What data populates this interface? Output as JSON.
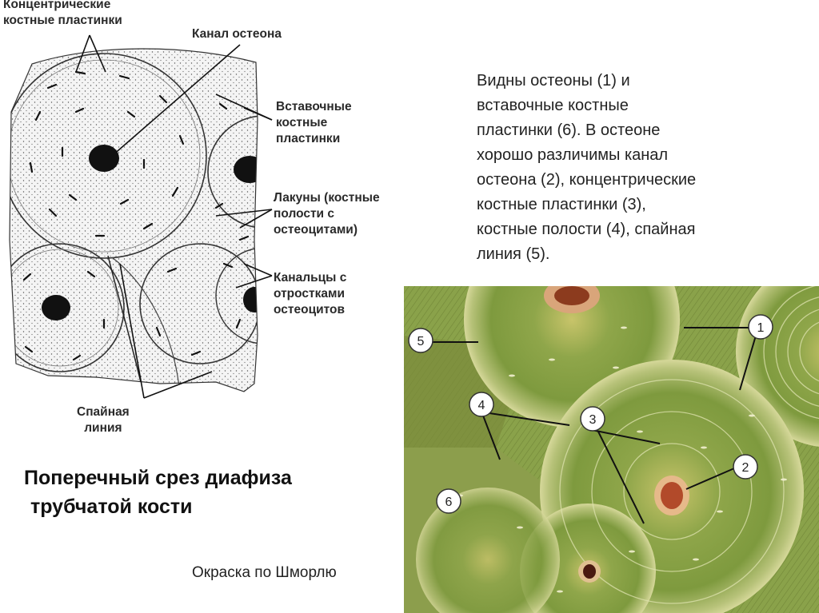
{
  "labels": {
    "concentric": [
      "Концентрические",
      "костные пластинки"
    ],
    "canal": "Канал остеона",
    "interstitial": [
      "Вставочные",
      "костные",
      "пластинки"
    ],
    "lacunae": [
      "Лакуны (костные",
      "полости с",
      "остеоцитами)"
    ],
    "canaliculi": [
      "Канальцы с",
      "отростками",
      "остеоцитов"
    ],
    "cement_line": [
      "Спайная",
      "линия"
    ]
  },
  "description": [
    "Видны остеоны (1) и",
    "вставочные костные",
    "пластинки (6). В остеоне",
    "хорошо различимы канал",
    "остеона (2), концентрические",
    "костные пластинки (3),",
    "костные полости (4), спайная",
    "линия (5)."
  ],
  "title": [
    "Поперечный срез диафиза",
    "трубчатой кости"
  ],
  "stain": "Окраска по Шморлю",
  "photo_markers": [
    "1",
    "2",
    "3",
    "4",
    "5",
    "6"
  ]
}
